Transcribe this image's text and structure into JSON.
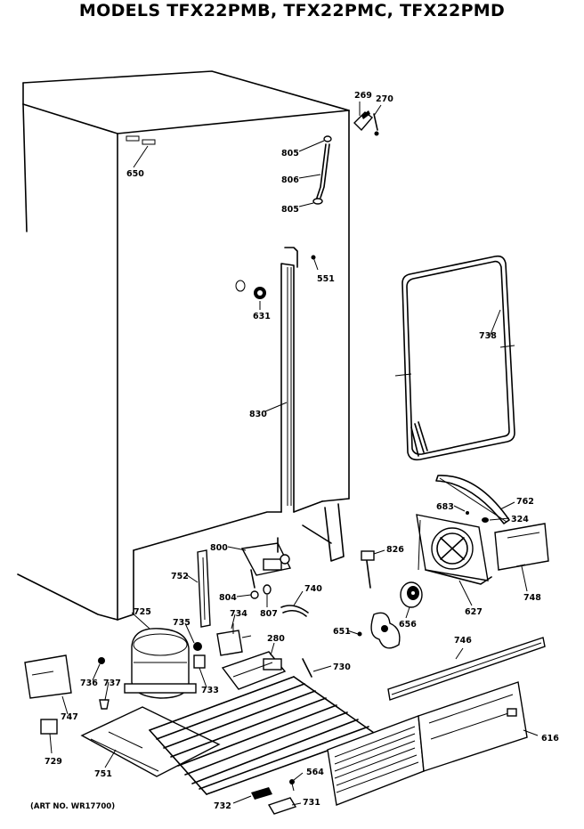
{
  "title": "MODELS TFX22PMB, TFX22PMC, TFX22PMD",
  "art_number": "(ART NO. WR17700)",
  "parts": {
    "p269": "269",
    "p270": "270",
    "p805a": "805",
    "p806": "806",
    "p805b": "805",
    "p650": "650",
    "p551": "551",
    "p631": "631",
    "p738": "738",
    "p830": "830",
    "p762": "762",
    "p683": "683",
    "p324": "324",
    "p800": "800",
    "p826": "826",
    "p752": "752",
    "p804": "804",
    "p740": "740",
    "p748": "748",
    "p725": "725",
    "p734": "734",
    "p807": "807",
    "p627": "627",
    "p735": "735",
    "p280": "280",
    "p651": "651",
    "p656": "656",
    "p746": "746",
    "p730": "730",
    "p736": "736",
    "p737": "737",
    "p733": "733",
    "p747": "747",
    "p616": "616",
    "p729": "729",
    "p751": "751",
    "p564": "564",
    "p732": "732",
    "p731": "731"
  }
}
